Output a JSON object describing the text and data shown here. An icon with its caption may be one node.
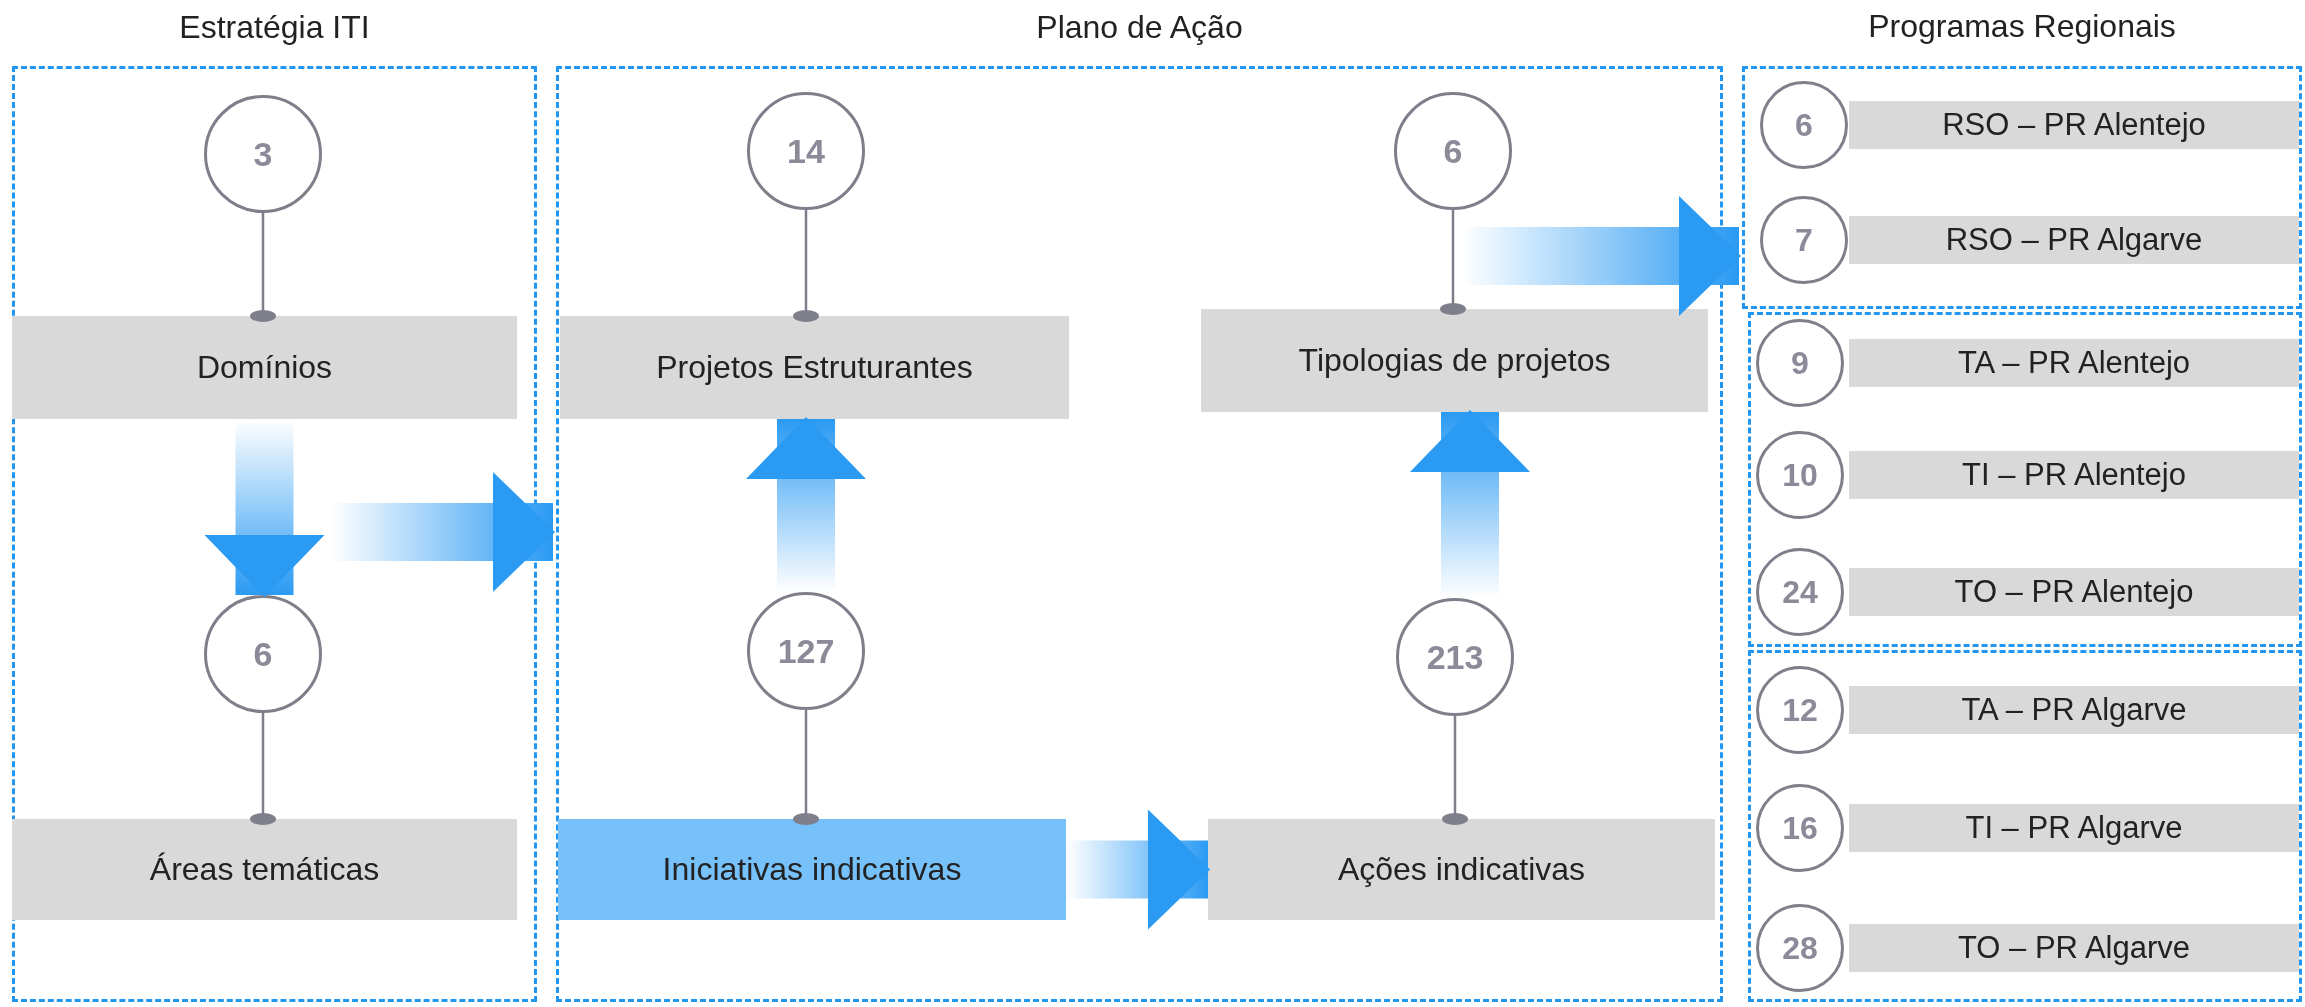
{
  "diagram": {
    "nodes": [
      {
        "text": [
          "Estratégia ITI"
        ]
      },
      {
        "text": [
          "3"
        ],
        "in": 0
      },
      {
        "text": [
          "Domínios"
        ],
        "in": 0
      },
      {
        "text": [
          "6"
        ],
        "in": 0
      },
      {
        "text": [
          "Áreas temáticas"
        ],
        "in": 0
      },
      {
        "text": [
          "Plano de Ação"
        ]
      },
      {
        "text": [
          "14"
        ],
        "in": 5
      },
      {
        "text": [
          "6"
        ],
        "in": 5
      },
      {
        "text": [
          "Projetos Estruturantes"
        ],
        "in": 5
      },
      {
        "text": [
          "Tipologias de projetos"
        ],
        "in": 5
      },
      {
        "text": [
          "127"
        ],
        "in": 5
      },
      {
        "text": [
          "213"
        ],
        "in": 5
      },
      {
        "text": [
          "Iniciativas indicativas"
        ],
        "in": 5
      },
      {
        "text": [
          "Ações indicativas"
        ],
        "in": 5
      },
      {
        "text": [],
        "shape": "box"
      },
      {
        "text": [
          "6"
        ],
        "in": 14
      },
      {
        "text": [
          "RSO – PR Alentejo"
        ],
        "in": 14
      },
      {
        "text": [
          "7"
        ],
        "in": 14
      },
      {
        "text": [
          "RSO – PR Algarve"
        ],
        "in": 14
      },
      {
        "text": [],
        "shape": "box"
      },
      {
        "text": [
          "9"
        ],
        "in": 19
      },
      {
        "text": [
          "TA – PR Alentejo"
        ],
        "in": 19
      },
      {
        "text": [
          "10"
        ],
        "in": 19
      },
      {
        "text": [
          "TI – PR Alentejo"
        ],
        "in": 19
      },
      {
        "text": [
          "24"
        ],
        "in": 19
      },
      {
        "text": [
          "TO – PR Alentejo"
        ],
        "in": 19
      },
      {
        "text": [],
        "shape": "box"
      },
      {
        "text": [
          "12"
        ],
        "in": 26
      },
      {
        "text": [
          "TA – PR Algarve"
        ],
        "in": 26
      },
      {
        "text": [
          "16"
        ],
        "in": 26
      },
      {
        "text": [
          "TI – PR Algarve"
        ],
        "in": 26
      },
      {
        "text": [
          "28"
        ],
        "in": 26
      },
      {
        "text": [
          "TO – PR Algarve"
        ],
        "in": 26
      }
    ],
    "edges": [
      {
        "from": 1,
        "to": 2,
        "arrow": "other"
      },
      {
        "from": 3,
        "to": 4,
        "arrow": "other"
      },
      {
        "from": 6,
        "to": 8,
        "arrow": "other"
      },
      {
        "from": 7,
        "to": 9,
        "arrow": "other"
      },
      {
        "from": 10,
        "to": 12,
        "arrow": "other"
      },
      {
        "from": 11,
        "to": 13,
        "arrow": "other"
      },
      {
        "from": 2,
        "to": 3,
        "arrow": "to",
        "style": "thick"
      },
      {
        "from": null,
        "to": 5,
        "arrow": "to",
        "style": "thick"
      },
      {
        "from": 10,
        "to": 8,
        "arrow": "to",
        "style": "thick"
      },
      {
        "from": 11,
        "to": 9,
        "arrow": "to",
        "style": "thick"
      },
      {
        "from": 12,
        "to": 13,
        "arrow": "to",
        "style": "thick"
      },
      {
        "from": null,
        "to": 14,
        "arrow": "to",
        "style": "thick"
      }
    ],
    "labels": [
      "Programas Regionais"
    ]
  }
}
